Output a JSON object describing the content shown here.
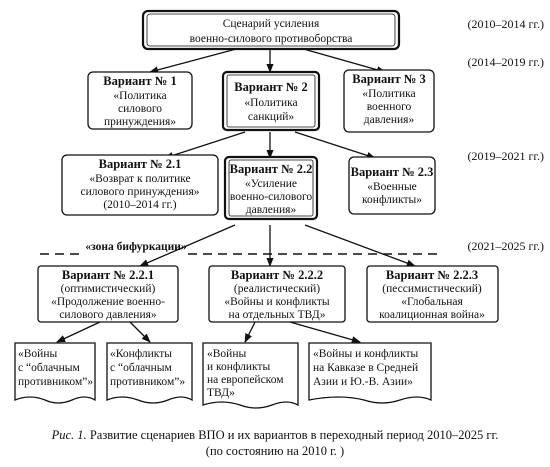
{
  "periods": {
    "p1": "(2010–2014 гг.)",
    "p2": "(2014–2019 гг.)",
    "p3": "(2019–2021 гг.)",
    "p4": "(2021–2025 гг.)"
  },
  "root": {
    "lines": [
      "Сценарий усиления",
      "военно-силового противоборства"
    ]
  },
  "level1": {
    "v1": {
      "title": "Вариант № 1",
      "lines": [
        "«Политика",
        "силового",
        "принуждения»"
      ]
    },
    "v2": {
      "title": "Вариант № 2",
      "lines": [
        "«Политика",
        "санкций»"
      ]
    },
    "v3": {
      "title": "Вариант № 3",
      "lines": [
        "«Политика",
        "военного",
        "давления»"
      ]
    }
  },
  "level2": {
    "v21": {
      "title": "Вариант № 2.1",
      "lines": [
        "«Возврат к политике",
        "силового принуждения»",
        "(2010–2014 гг.)"
      ]
    },
    "v22": {
      "title": "Вариант № 2.2",
      "lines": [
        "«Усиление",
        "военно-силового",
        "давления»"
      ]
    },
    "v23": {
      "title": "Вариант № 2.3",
      "lines": [
        "«Военные",
        "конфликты»"
      ]
    }
  },
  "bifurcation_label": "«зона бифуркации»",
  "level3": {
    "v221": {
      "title": "Вариант № 2.2.1",
      "lines": [
        "(оптимистический)",
        "«Продолжение военно-",
        "силового давления»"
      ]
    },
    "v222": {
      "title": "Вариант № 2.2.2",
      "lines": [
        "(реалистический)",
        "«Войны и конфликты",
        "на отдельных ТВД»"
      ]
    },
    "v223": {
      "title": "Вариант № 2.2.3",
      "lines": [
        "(пессимистический)",
        "«Глобальная",
        "коалиционная война»"
      ]
    }
  },
  "leaves": {
    "l1": [
      "«Войны",
      "с “облачным",
      "противником”»"
    ],
    "l2": [
      "«Конфликты",
      "с “облачным",
      "противником”»"
    ],
    "l3": [
      "«Войны",
      "и конфликты",
      "на европейском",
      "ТВД»"
    ],
    "l4": [
      "«Войны и конфликты",
      "на Кавказе в Средней",
      "Азии и Ю.-В. Азии»"
    ]
  },
  "caption": {
    "label": "Рис. 1.",
    "line1": "Развитие сценариев ВПО и их вариантов в переходный период 2010–2025 гг.",
    "line2": "(по состоянию на 2010 г. )"
  }
}
